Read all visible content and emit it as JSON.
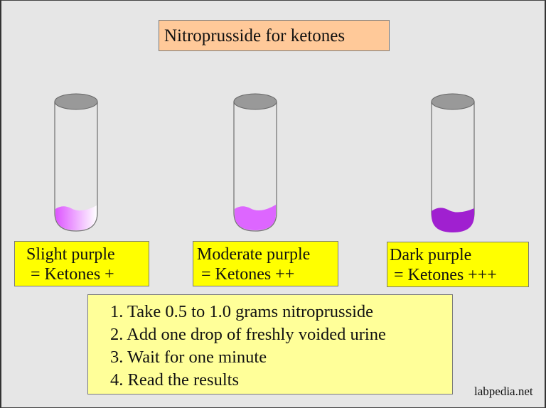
{
  "title": "Nitroprusside for ketones",
  "tubes": [
    {
      "name": "slight",
      "liquid_color_start": "#dd55ff",
      "liquid_color_end": "#ffffff"
    },
    {
      "name": "moderate",
      "liquid_color_start": "#dd66ff",
      "liquid_color_end": "#dd66ff"
    },
    {
      "name": "dark",
      "liquid_color_start": "#a020d0",
      "liquid_color_end": "#a020d0"
    }
  ],
  "labels": [
    {
      "line1": "Slight purple",
      "line2": " = Ketones +"
    },
    {
      "line1": "Moderate purple",
      "line2": " = Ketones ++"
    },
    {
      "line1": "Dark purple",
      "line2": " = Ketones +++"
    }
  ],
  "steps": [
    "1. Take 0.5 to 1.0 grams nitroprusside",
    "2. Add one drop of freshly voided urine",
    "3. Wait for one minute",
    "4. Read the results"
  ],
  "watermark": "labpedia.net",
  "colors": {
    "background": "#e6e6e6",
    "title_fill": "#ffc999",
    "label_fill": "#ffff00",
    "steps_fill": "#ffff99",
    "tube_cap": "#999999"
  }
}
